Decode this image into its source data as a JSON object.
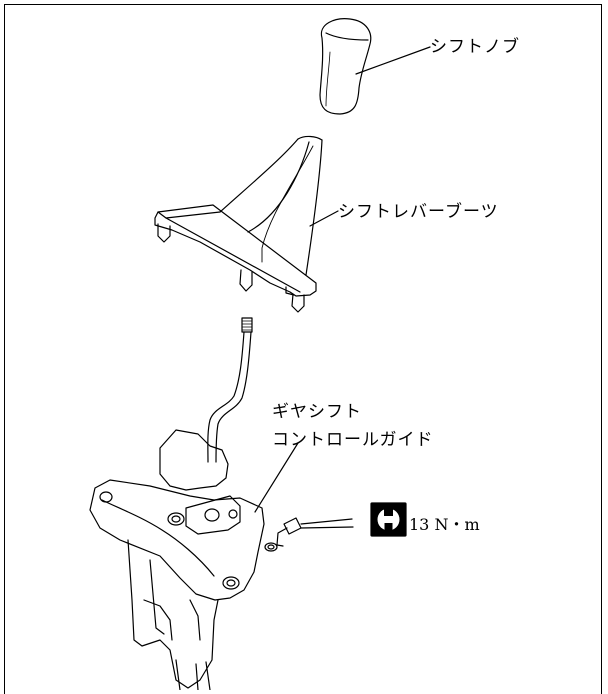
{
  "labels": {
    "shift_knob": "シフトノブ",
    "shift_lever_boot": "シフトレバーブーツ",
    "gear_shift_line1": "ギヤシフト",
    "gear_shift_line2": "コントロールガイド"
  },
  "torque": {
    "icon": "wrench-icon",
    "value": "13 N・m"
  }
}
